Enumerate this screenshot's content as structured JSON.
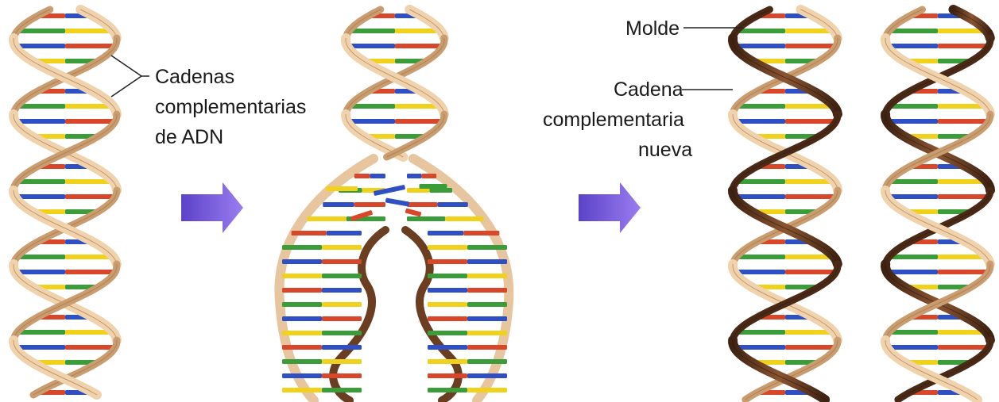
{
  "labels": {
    "strands_line1": "Cadenas",
    "strands_line2": "complementarias",
    "strands_line3": "de ADN",
    "template": "Molde",
    "new_line1": "Cadena",
    "new_line2": "complementaria",
    "new_line3": "nueva"
  },
  "colors": {
    "backbone_light": "#e8c49a",
    "backbone_dark": "#6b3e22",
    "base_blue": "#2f4fc4",
    "base_red": "#d9472a",
    "base_yellow": "#f0d21c",
    "base_green": "#3a9d3a",
    "arrow": "#7b56e0"
  },
  "base_pairs": [
    "red-blue",
    "green-yellow",
    "blue-red",
    "yellow-green"
  ]
}
